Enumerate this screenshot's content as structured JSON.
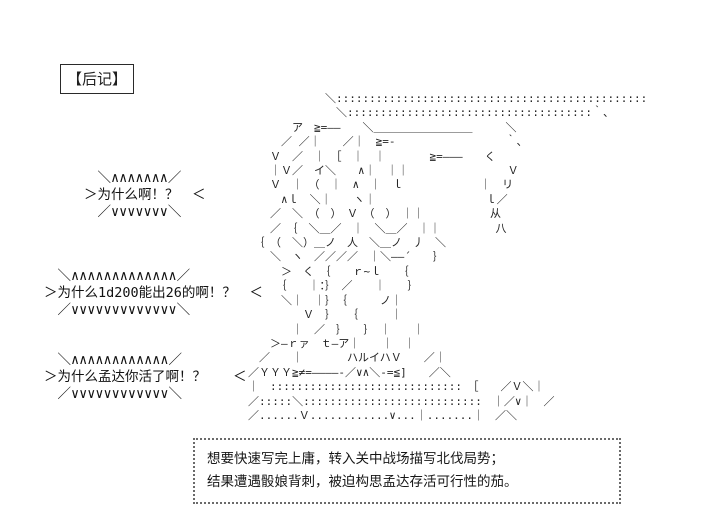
{
  "page": {
    "title_box": "【后记】"
  },
  "bubbles": [
    {
      "text_block": "　＼∧∧∧∧∧∧∧／\n＞为什么啊！？　＜\n　／∨∨∨∨∨∨∨＼"
    },
    {
      "text_block": "　＼∧∧∧∧∧∧∧∧∧∧∧∧∧／\n＞为什么1d200能出26的啊！？　＜\n　／∨∨∨∨∨∨∨∨∨∨∨∨∨＼"
    },
    {
      "text_block": "　＼∧∧∧∧∧∧∧∧∧∧∧∧／\n＞为什么孟达你活了啊！？　　＜\n　／∨∨∨∨∨∨∨∨∨∨∨∨＼"
    }
  ],
  "art": {
    "block": "　　　　　　　＼:::::::::::::::::::::::::::::::::::::::::::::::\n　　　　　　　　＼:::::::::::::::::::::::::::::::::::::｀、\n　　　　ア　≧=――　　＼＿＿＿＿＿＿＿＿＿　　　＼\n　　　／ ／｜　　／｜　≧=-　　　　　　　　　　｀、\n　　Ｖ　／　｜　［　｜　｜　　　　≧=―――　　く\n　　｜Ｖ／　イ＼　　∧｜　｜｜　　　　　　　　　Ｖ\n　　Ｖ　｜　（　｜　∧　｜　ｌ　　　　　　　｜　リ\n　　　∧ｌ　＼｜　　ヽ｜　　　　　　　　　　ｌ／\n　　／　＼　（　）　Ｖ　（　）　｜｜　　　　　　从\n　　／　｛　＼＿／　｜　＼＿／　｜｜　　　　　八\n　｛　（　＼）＿ノ　人　＼＿ノ　丿　＼\n　　＼　ヽ　／／／／　｜＼――´　　｝\n　　　＞　く　｛　　ｒ~ｌ　　｛\n　　　｛　　｜：｝　／　　｜　　｝\n　　　＼｜　｜｝　｛　　　ノ｜\n　　　　　Ｖ　｝　　｛　　　｜\n　　　　｜　／　｝　　｝　｜　　｜\n　　＞―ｒァ　ｔ―ア｜　　｜　｜\n　／　　｜　　　　ハルイハＶ　　／｜\n／ＹＹＹ≧≠=――――-／∨∧＼-=≦]　　／＼\n｜　:::::::::::::::::::::::::::::　［　　／Ｖ＼｜\n／:::::＼:::::::::::::::::::::::::::　｜／∨｜　／\n／......Ｖ............∨...｜.......｜　／＼"
  },
  "footer": {
    "lines": [
      "想要快速写完上庸，转入关中战场描写北伐局势；",
      "结果遭遇骰娘背刺，被迫构思孟达存活可行性的茄。"
    ]
  }
}
